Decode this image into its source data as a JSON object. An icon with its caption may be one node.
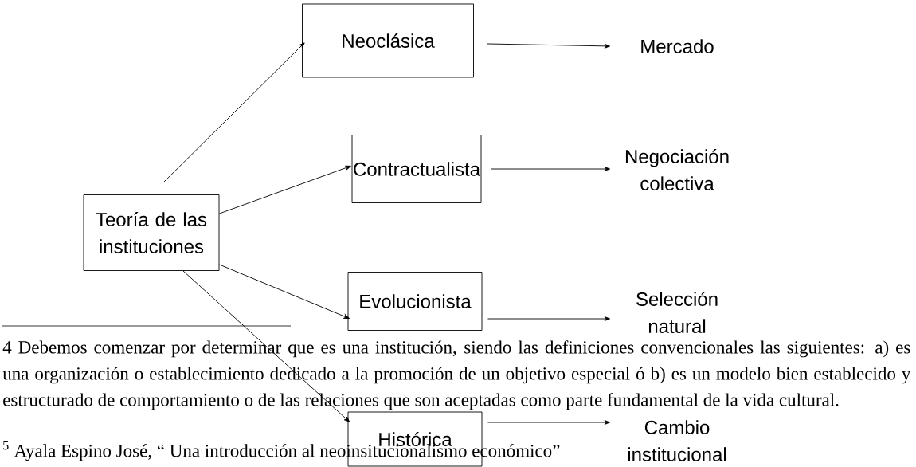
{
  "diagram": {
    "nodes": [
      {
        "text": [
          "Teoría de las instituciones"
        ]
      },
      {
        "text": [
          "Neoclásica"
        ]
      },
      {
        "text": [
          "Mercado"
        ]
      },
      {
        "text": [
          "Contractualista"
        ]
      },
      {
        "text": [
          "Negociación colectiva"
        ]
      },
      {
        "text": [
          "Evolucionista"
        ]
      },
      {
        "text": [
          "Selección natural"
        ]
      },
      {
        "text": [
          "Histórica"
        ]
      },
      {
        "text": [
          "Cambio institucional"
        ]
      }
    ],
    "edges": [
      {
        "from": 0,
        "to": 1,
        "arrow": "to"
      },
      {
        "from": 0,
        "to": 3,
        "arrow": "to"
      },
      {
        "from": 0,
        "to": 5,
        "arrow": "to"
      },
      {
        "from": 0,
        "to": 7,
        "arrow": "to"
      },
      {
        "from": 1,
        "to": 2,
        "arrow": "to"
      },
      {
        "from": 3,
        "to": 4,
        "arrow": "to"
      },
      {
        "from": 5,
        "to": 6,
        "arrow": "to"
      },
      {
        "from": 7,
        "to": 8,
        "arrow": "to"
      }
    ],
    "labels": [
      "4 Debemos comenzar por determinar que es una institución, siendo las definiciones convencionales las siguientes: a) es una organización o establecimiento dedicado a la promoción de un objetivo especial ó b) es un modelo bien establecido y estructurado de comportamiento o de las relaciones que son aceptadas como parte fundamental de la vida cultural.",
      "$^{5}$ Ayala Espino José, “ Una introducción al neoinsitucionalismo económico”"
    ]
  }
}
